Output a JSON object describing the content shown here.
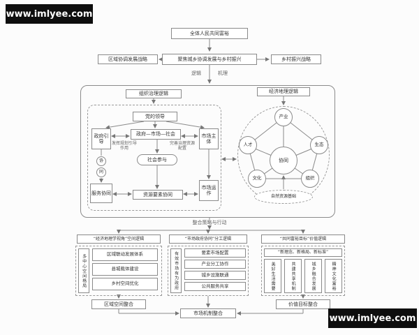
{
  "watermark": {
    "text": "www.imlyee.com"
  },
  "top": {
    "goal": "全体人民共同富裕",
    "focus": "聚焦城乡协调发展与乡村振兴",
    "left_strategy": "区域协调发展战略",
    "right_strategy": "乡村振兴战略",
    "logic": "逻辑",
    "mechanism": "机理"
  },
  "framework": {
    "left_header": "组织治理逻辑",
    "right_header": "经济地理逻辑",
    "governance": {
      "party": "党的领导",
      "gov_side": "政府引导",
      "triad": "政府—市场—社会",
      "market_side": "市场主体",
      "note_left": "发挥规划引导作用",
      "note_right": "完善治理资源配置",
      "participation": "社会参与",
      "circle1": "协",
      "circle2": "同",
      "service": "服务协同",
      "resource": "资源要素协同",
      "operation": "市场运作"
    },
    "geography": {
      "center": "协同",
      "nodes": [
        "产业",
        "人才",
        "生态",
        "文化",
        "组织"
      ],
      "base": "自然资源基础"
    }
  },
  "integration": {
    "label": "整合策略与行动",
    "sections": [
      {
        "title": "“经济地理学视角”空间逻辑",
        "side": "多中心空间格局",
        "items": [
          "区域联动发展体系",
          "县城载体建设",
          "乡村空间优化"
        ]
      },
      {
        "title": "“市场政府协同”分工逻辑",
        "side": "有效市场有为政府",
        "items": [
          "要素市场配置",
          "产业分工协作",
          "城乡设施联通",
          "公共服务共享"
        ]
      },
      {
        "title": "“共同富裕目标”价值逻辑",
        "top": "“新理念、新格局、新标准”",
        "items": [
          "美好生活需要",
          "共建共享机制",
          "城乡融合发展",
          "精神文化富裕"
        ]
      }
    ],
    "bottom": [
      "区域空间整合",
      "市场机制整合",
      "价值目标整合"
    ]
  }
}
